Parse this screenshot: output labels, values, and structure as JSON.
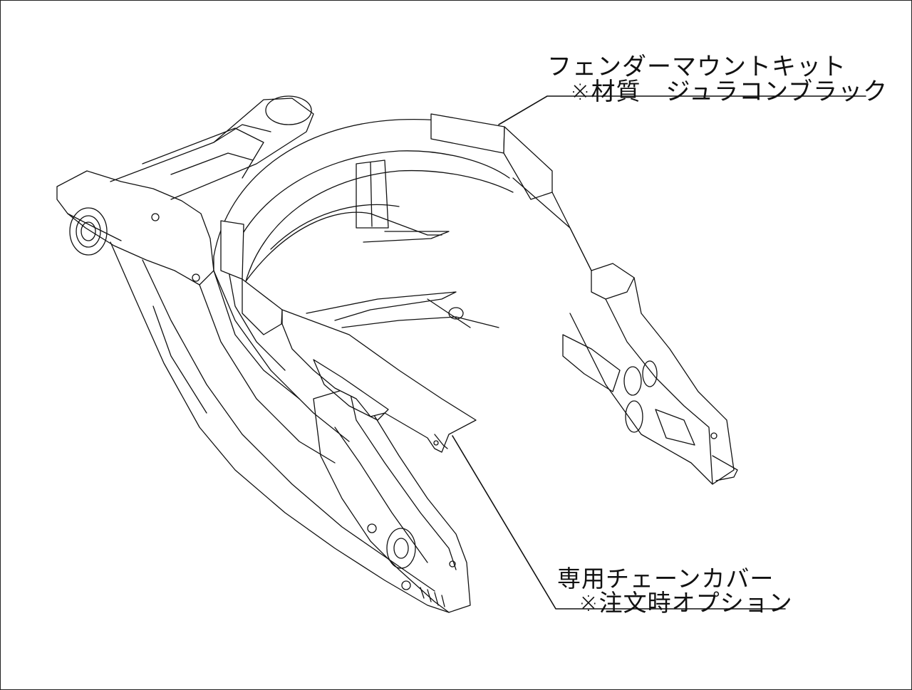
{
  "callouts": {
    "fender_mount": {
      "title": "フェンダーマウントキット",
      "material": "※材質　ジュラコンブラック"
    },
    "chain_cover": {
      "title": "専用チェーンカバー",
      "note": "※注文時オプション"
    }
  },
  "colors": {
    "line": "#111111",
    "background": "#ffffff",
    "fender_fill": "#ffffff"
  }
}
